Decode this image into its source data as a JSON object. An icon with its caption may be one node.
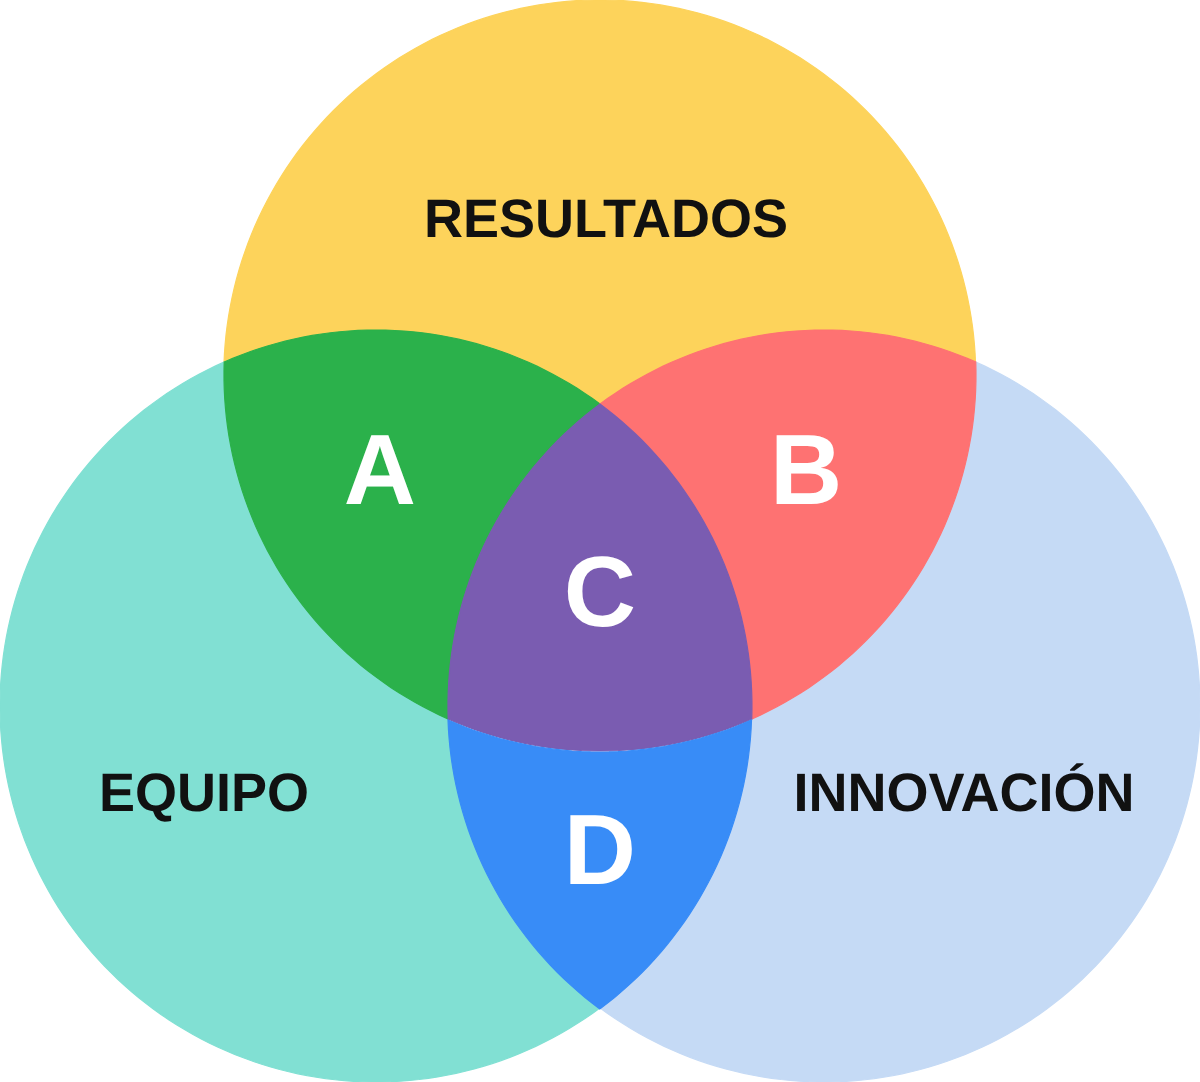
{
  "diagram": {
    "nodes": [
      {
        "text": [
          "RESULTADOS"
        ]
      },
      {
        "text": [
          "EQUIPO"
        ]
      },
      {
        "text": [
          "INNOVACIÓN"
        ]
      },
      {
        "text": [
          "A"
        ]
      },
      {
        "text": [
          "B"
        ]
      },
      {
        "text": [
          "C"
        ]
      },
      {
        "text": [
          "D"
        ]
      }
    ]
  }
}
